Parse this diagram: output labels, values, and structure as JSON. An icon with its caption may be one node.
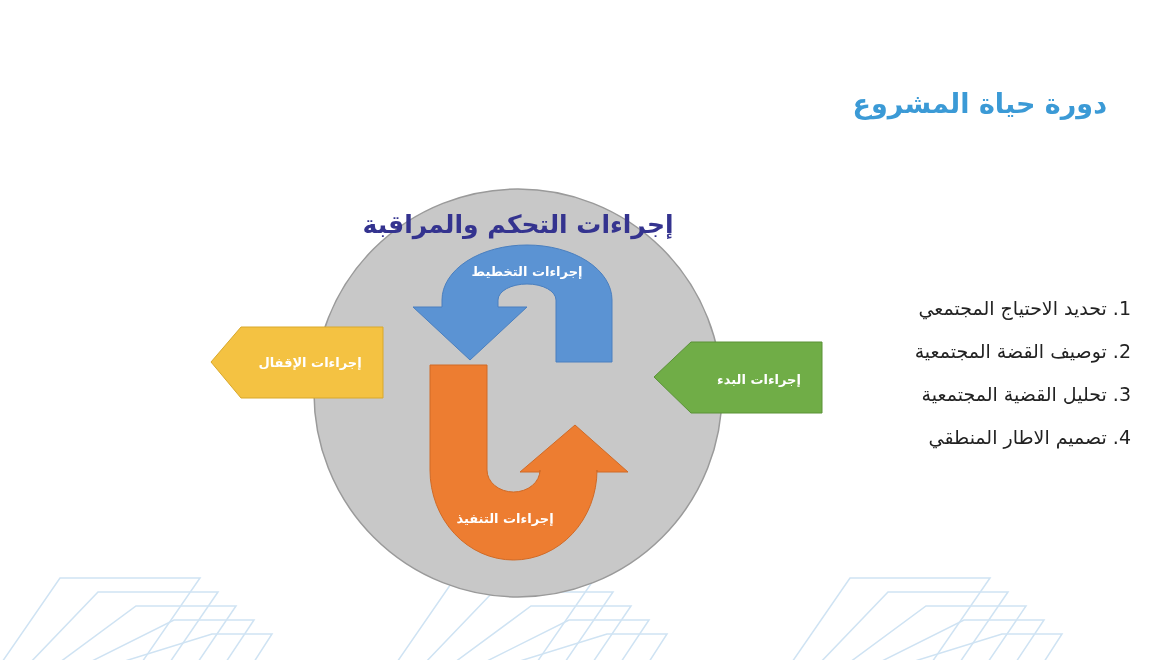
{
  "diagram": {
    "title": "دورة حياة المشروع",
    "nodes": [
      {
        "text": [
          "إجراءات التحكم والمراقبة"
        ]
      },
      {
        "text": [
          "إجراءات التخطيط"
        ],
        "in": 0
      },
      {
        "text": [
          "إجراءات التنفيذ"
        ],
        "in": 0
      },
      {
        "text": [
          "إجراءات الإقفال"
        ]
      },
      {
        "text": [
          "إجراءات البدء"
        ]
      }
    ],
    "edges": [],
    "labels": [
      "1. تحديد الاحتياج المجتمعي",
      "2. توصيف القضة المجتمعية",
      "3. تحليل القضية المجتمعية",
      "4. تصميم الاطار المنطقي"
    ]
  }
}
